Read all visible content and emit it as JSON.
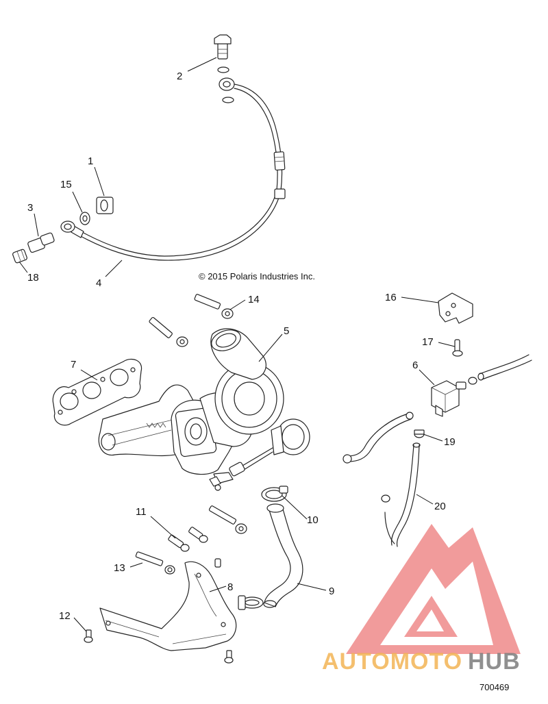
{
  "copyright": "© 2015 Polaris Industries Inc.",
  "document_number": "700469",
  "watermark": {
    "part1": "AUTOMOTO",
    "part2": "HUB",
    "colors": {
      "triangle": "#ef8a8a",
      "auto": "#f3b455",
      "hub": "#7d7d7d"
    }
  },
  "callouts": [
    {
      "id": "1",
      "label": "1"
    },
    {
      "id": "2",
      "label": "2"
    },
    {
      "id": "3",
      "label": "3"
    },
    {
      "id": "4",
      "label": "4"
    },
    {
      "id": "5",
      "label": "5"
    },
    {
      "id": "6",
      "label": "6"
    },
    {
      "id": "7",
      "label": "7"
    },
    {
      "id": "8",
      "label": "8"
    },
    {
      "id": "9",
      "label": "9"
    },
    {
      "id": "10",
      "label": "10"
    },
    {
      "id": "11",
      "label": "11"
    },
    {
      "id": "12",
      "label": "12"
    },
    {
      "id": "13",
      "label": "13"
    },
    {
      "id": "14",
      "label": "14"
    },
    {
      "id": "15",
      "label": "15"
    },
    {
      "id": "16",
      "label": "16"
    },
    {
      "id": "17",
      "label": "17"
    },
    {
      "id": "18",
      "label": "18"
    },
    {
      "id": "19",
      "label": "19"
    },
    {
      "id": "20",
      "label": "20"
    }
  ]
}
